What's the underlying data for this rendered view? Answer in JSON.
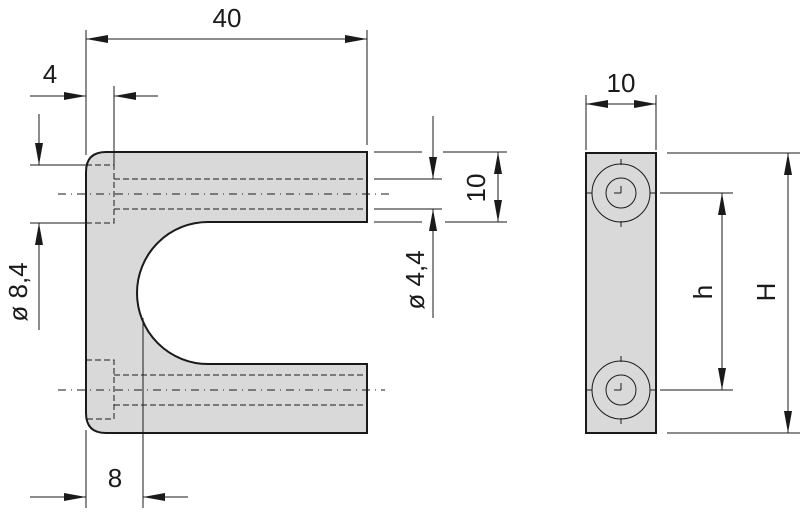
{
  "drawing": {
    "front_view": {
      "overall_width": "40",
      "counterbore_depth": "4",
      "counterbore_diameter": "ø 8,4",
      "through_hole_diameter": "ø 4,4",
      "slot_offset": "8",
      "arm_height": "10"
    },
    "side_view": {
      "thickness": "10",
      "hole_spacing": "h",
      "overall_height": "H"
    },
    "colors": {
      "part_fill": "#d9d9d9",
      "line": "#1a1a1a",
      "background": "#ffffff"
    }
  }
}
